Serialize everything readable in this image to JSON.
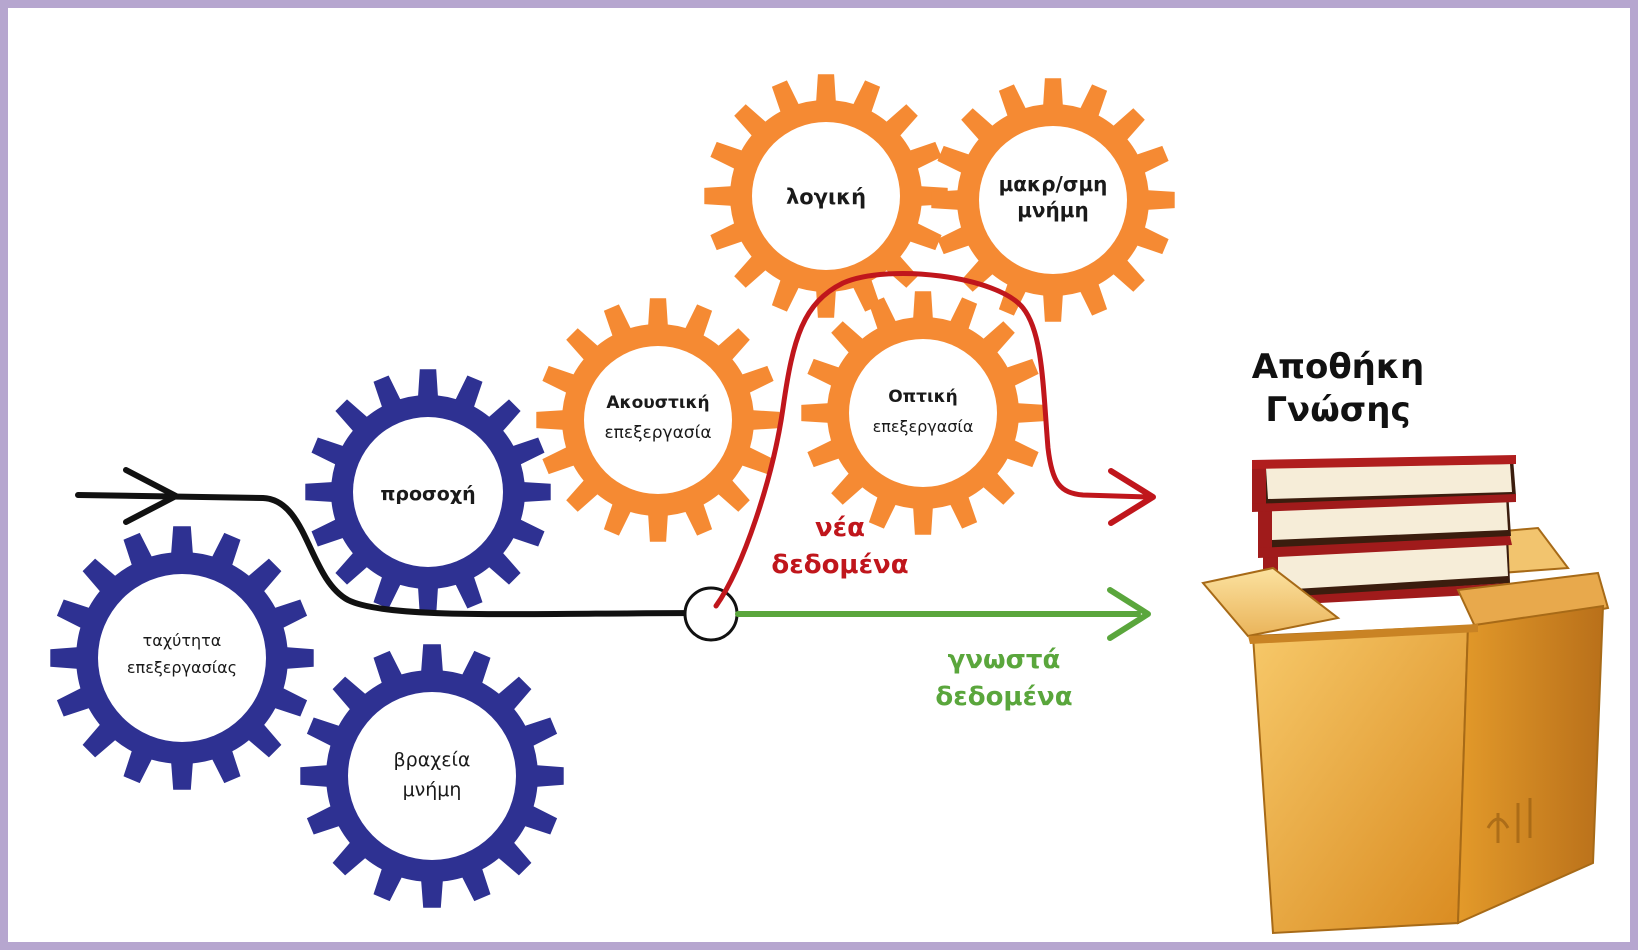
{
  "colors": {
    "frame": "#b6a6cf",
    "blue_gear": "#2e3192",
    "orange_gear": "#f58a33",
    "new_data": "#c0161c",
    "known_data": "#5aa63c",
    "input_flow": "#111111"
  },
  "gears": {
    "logic": {
      "label": "λογική",
      "color": "orange"
    },
    "long_memory": {
      "line1": "μακρ/σμη",
      "line2": "μνήμη",
      "color": "orange"
    },
    "acoustic": {
      "line1": "Ακουστική",
      "line2": "επεξεργασία",
      "color": "orange"
    },
    "optical": {
      "line1": "Οπτική",
      "line2": "επεξεργασία",
      "color": "orange"
    },
    "attention": {
      "label": "προσοχή",
      "color": "blue"
    },
    "speed": {
      "line1": "ταχύτητα",
      "line2": "επεξεργασίας",
      "color": "blue"
    },
    "short_memory": {
      "line1": "βραχεία",
      "line2": "μνήμη",
      "color": "blue"
    }
  },
  "flows": {
    "new_data": {
      "line1": "νέα",
      "line2": "δεδομένα"
    },
    "known_data": {
      "line1": "γνωστά",
      "line2": "δεδομένα"
    }
  },
  "store": {
    "title_line1": "Αποθήκη",
    "title_line2": "Γνώσης",
    "icon": "box-with-books-icon"
  }
}
